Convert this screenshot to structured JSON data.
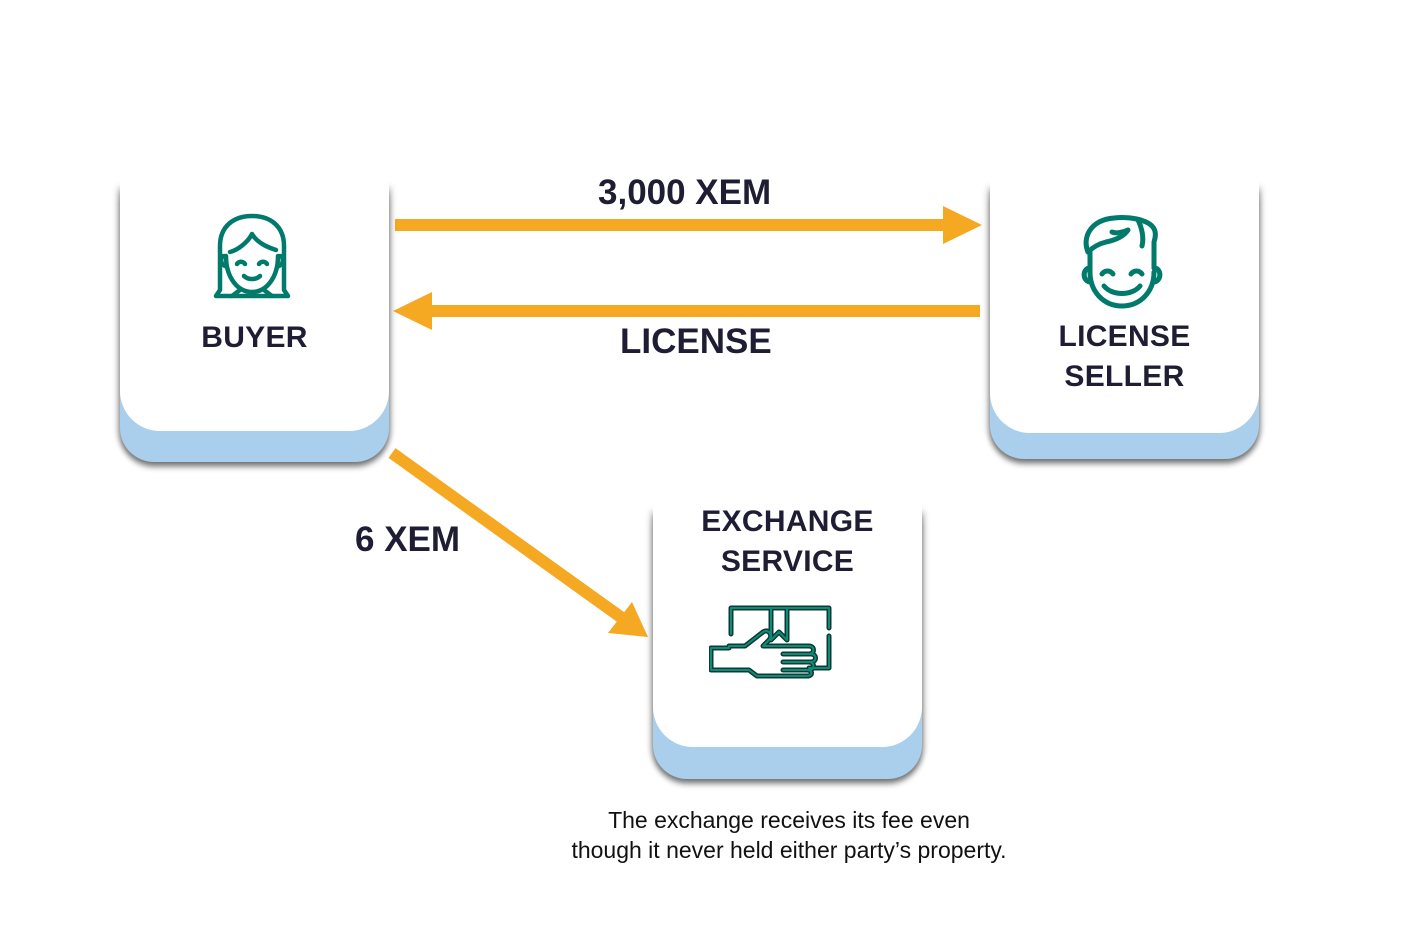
{
  "colors": {
    "arrow": "#f5a821",
    "icon": "#007a6b",
    "label": "#1f1d33",
    "card_base": "#a9cfec"
  },
  "parties": {
    "buyer": {
      "label": "BUYER",
      "icon": "woman-face-icon"
    },
    "seller": {
      "label_line1": "LICENSE",
      "label_line2": "SELLER",
      "icon": "man-face-icon"
    },
    "exchange": {
      "label_line1": "EXCHANGE",
      "label_line2": "SERVICE",
      "icon": "hand-package-icon"
    }
  },
  "flows": [
    {
      "from": "buyer",
      "to": "seller",
      "label": "3,000 XEM"
    },
    {
      "from": "seller",
      "to": "buyer",
      "label": "LICENSE"
    },
    {
      "from": "buyer",
      "to": "exchange",
      "label": "6 XEM"
    }
  ],
  "caption": {
    "line1": "The exchange receives its fee even",
    "line2": "though it never held either party’s property."
  }
}
